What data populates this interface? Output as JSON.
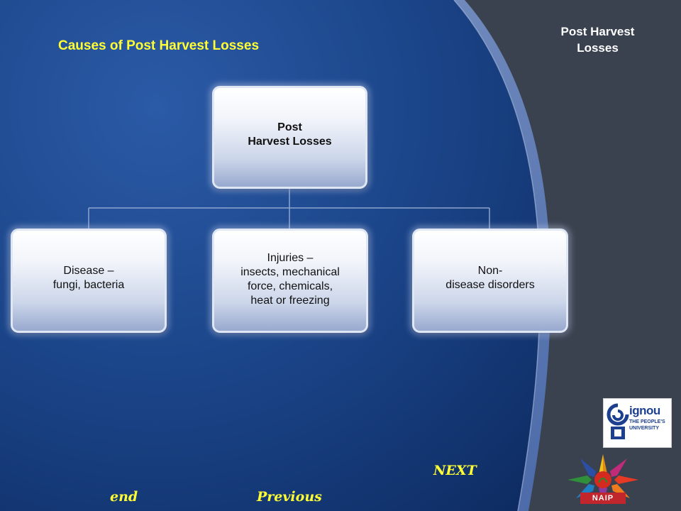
{
  "slide_title": "Causes of Post Harvest Losses",
  "corner_title": [
    "Post Harvest",
    "Losses"
  ],
  "diagram": {
    "root": {
      "lines": [
        "Post",
        "Harvest Losses"
      ]
    },
    "children": [
      {
        "lines": [
          "Disease –",
          "fungi, bacteria"
        ]
      },
      {
        "lines": [
          "Injuries –",
          "insects, mechanical",
          "force,  chemicals,",
          "heat or freezing"
        ]
      },
      {
        "lines": [
          "Non-",
          "disease disorders"
        ]
      }
    ]
  },
  "navigation": {
    "next": "NEXT",
    "previous": "Previous",
    "end": "end"
  },
  "logos": {
    "ignou": {
      "name": "ignou",
      "tagline": [
        "THE PEOPLE'S",
        "UNIVERSITY"
      ]
    },
    "naip": {
      "name": "NAIP"
    }
  },
  "colors": {
    "title_yellow": "#ffff33",
    "background_blue": "#153d7e",
    "background_gray": "#3a4250"
  }
}
